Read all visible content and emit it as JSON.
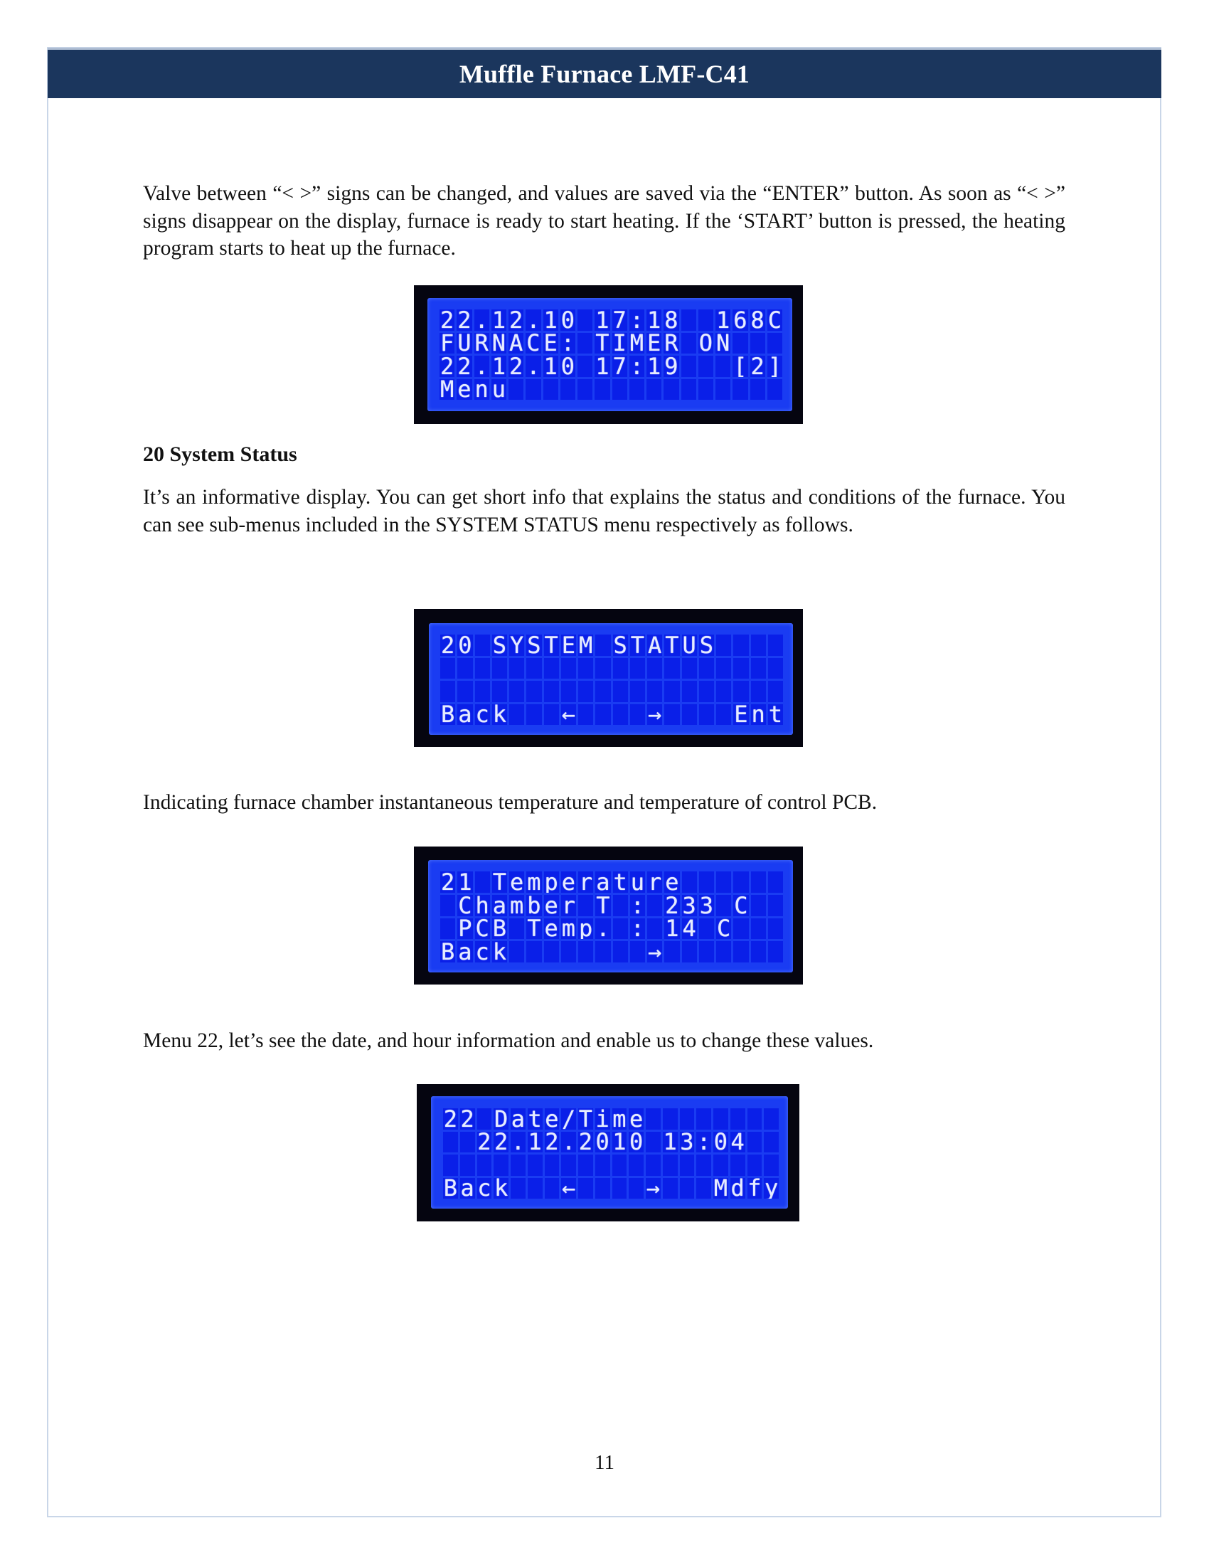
{
  "header": {
    "title": "Muffle Furnace LMF-C41"
  },
  "paragraphs": {
    "intro": "Valve between “< >” signs can be changed, and values are saved via the “ENTER” button. As soon as “< >” signs disappear on the display, furnace is ready to start heating. If the ‘START’ button is pressed, the heating program starts to heat up the furnace.",
    "system_status_desc": "It’s an informative display. You can get short info that explains the status and conditions of the furnace. You can see sub-menus included in the SYSTEM STATUS menu respectively as follows.",
    "temperature_desc": "Indicating furnace chamber instantaneous temperature and temperature of control PCB.",
    "datetime_desc": "Menu 22, let’s see the date, and hour information and enable us to change these values."
  },
  "section": {
    "heading": "20 System Status"
  },
  "lcd_displays": [
    {
      "name": "timer-on-display",
      "rows": [
        "22.12.10 17:18  168C",
        "FURNACE: TIMER ON   ",
        "22.12.10 17:19   [2]",
        "Menu                "
      ]
    },
    {
      "name": "system-status-display",
      "rows": [
        "20 SYSTEM STATUS    ",
        "                    ",
        "                    ",
        "Back   ←    →    Ent"
      ]
    },
    {
      "name": "temperature-display",
      "rows": [
        "21 Temperature      ",
        " Chamber T : 233 C  ",
        " PCB Temp. : 14 C   ",
        "Back        →       "
      ]
    },
    {
      "name": "date-time-display",
      "rows": [
        "22 Date/Time        ",
        "  22.12.2010 13:04  ",
        "                    ",
        "Back   ←    →   Mdfy"
      ]
    }
  ],
  "colors": {
    "header_bg": "#1b365d",
    "page_border": "#c9d6e8",
    "lcd_bezel": "#050510",
    "lcd_backlight": "#1a3cf2",
    "lcd_text": "#e6ecff"
  },
  "footer": {
    "page_number": "11"
  }
}
